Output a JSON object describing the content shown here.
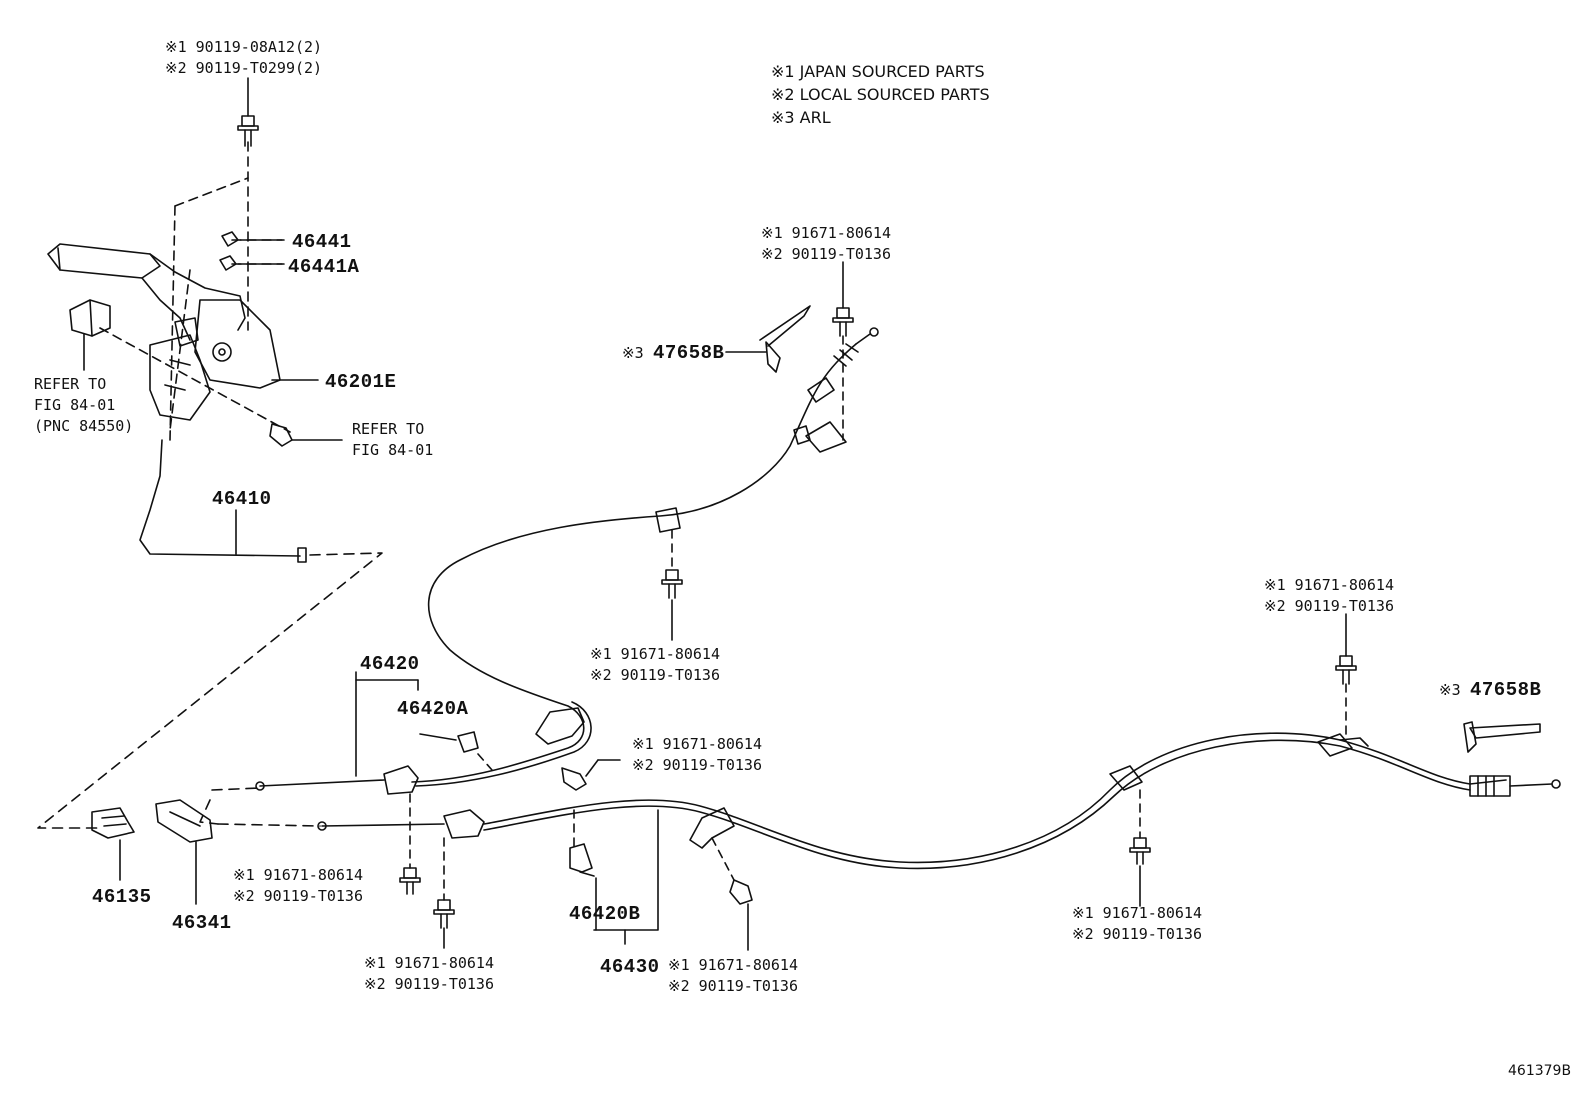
{
  "legend": [
    "※1 JAPAN SOURCED PARTS",
    "※2 LOCAL SOURCED PARTS",
    "※3 ARL"
  ],
  "parts": {
    "p46441": "46441",
    "p46441a": "46441A",
    "p46201e": "46201E",
    "p46410": "46410",
    "p46420": "46420",
    "p46420a": "46420A",
    "p46420b": "46420B",
    "p46430": "46430",
    "p46135": "46135",
    "p46341": "46341",
    "p47658b_top": "47658B",
    "p47658b_right": "47658B",
    "mark_top": "※3",
    "mark_right": "※3"
  },
  "refs": {
    "top_lever": [
      "※1 90119-08A12(2)",
      "※2 90119-T0299(2)"
    ],
    "upper_bracket": [
      "※1 91671-80614",
      "※2 90119-T0136"
    ],
    "mid_clamp": [
      "※1 91671-80614",
      "※2 90119-T0136"
    ],
    "right_bracket": [
      "※1 91671-80614",
      "※2 90119-T0136"
    ],
    "center_bolt": [
      "※1 91671-80614",
      "※2 90119-T0136"
    ],
    "left_bolt": [
      "※1 91671-80614",
      "※2 90119-T0136"
    ],
    "left_bottom_bolt": [
      "※1 91671-80614",
      "※2 90119-T0136"
    ],
    "center_bottom_bolt": [
      "※1 91671-80614",
      "※2 90119-T0136"
    ],
    "right_clamp": [
      "※1 91671-80614",
      "※2 90119-T0136"
    ]
  },
  "notes": {
    "refer_left": [
      "REFER TO",
      "FIG 84-01",
      "(PNC 84550)"
    ],
    "refer_mid": [
      "REFER TO",
      "FIG 84-01"
    ]
  },
  "illustration_id": "461379B"
}
